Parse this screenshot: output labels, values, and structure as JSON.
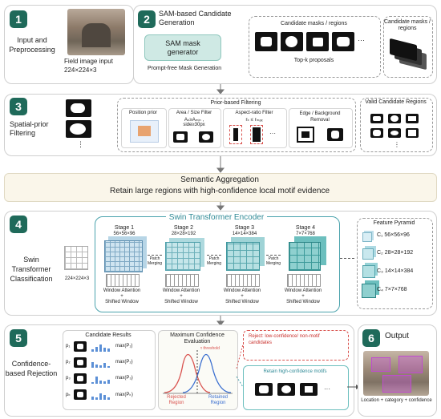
{
  "row1": {
    "num": "1",
    "title": "Input and Preprocessing",
    "input_label": "Field image input",
    "input_dims": "224×224×3",
    "num2": "2",
    "sam_title": "SAM-based Candidate Generation",
    "sam_box": "SAM mask generator",
    "sam_caption": "Prompt-free Mask Generation",
    "cand_title": "Candidate masks / regions",
    "topk": "Top-k proposals",
    "cand_side": "Candidate masks / regions",
    "dots": "···"
  },
  "row2": {
    "num": "3",
    "title": "Spatial-prior Filtering",
    "group_title": "Prior-based Filtering",
    "pos_prior": "Position prior",
    "area_filter": "Area / Size Filter",
    "area_rule": "A",
    "area_rule2": "side≥30px",
    "aspect_filter": "Aspect-ratio Filter",
    "aspect_rule": "r",
    "edge_filter": "Edge / Background Removal",
    "valid_title": "Valid Candidate Regions",
    "dots": "⋮"
  },
  "semantic": {
    "line1": "Semantic Aggregation",
    "line2": "Retain large regions with high-confidence local motif evidence"
  },
  "row4": {
    "num": "4",
    "title": "Swin Transformer Classification",
    "encoder": "Swin Transformer Encoder",
    "input_dims": "224×224×3",
    "stage1": "Stage 1",
    "stage1_dims": "56×56×96",
    "stage2": "Stage 2",
    "stage2_dims": "28×28×192",
    "stage3": "Stage 3",
    "stage3_dims": "14×14×384",
    "stage4": "Stage 4",
    "stage4_dims": "7×7×768",
    "patch_merging": "Patch Merging",
    "window_attention": "Window Attention",
    "plus": "+",
    "shifted_window": "Shifted Window",
    "pyramid_title": "Feature Pyramid",
    "pyr": [
      {
        "c": "C₁",
        "dims": "56×56×96"
      },
      {
        "c": "C₂",
        "dims": "28×28×192"
      },
      {
        "c": "C₃",
        "dims": "14×14×384"
      },
      {
        "c": "C₄",
        "dims": "7×7×768"
      }
    ]
  },
  "row5": {
    "num": "5",
    "title": "Confidence-based Rejection",
    "cand_results": "Candidate Results",
    "rows": [
      {
        "p": "p₁",
        "m": "max(P₁)"
      },
      {
        "p": "p₂",
        "m": "max(P₂)"
      },
      {
        "p": "p₃",
        "m": "max(P₃)"
      },
      {
        "p": "pₖ",
        "m": "max(Pₖ)"
      }
    ],
    "mce_title": "Maximum Confidence Evaluation",
    "threshold": "τ threshold",
    "rejected_region": "Rejected Region",
    "retained_region": "Retained Region",
    "reject": "Reject: low-confidence/ non-motif candidates",
    "retain": "Retain high-confidence motifs",
    "dots": "···",
    "num6": "6",
    "output": "Output",
    "output_caption": "Location + category + confidence"
  },
  "colors": {
    "accent": "#1f6a5a",
    "teal": "#5aa9b3",
    "red": "#d9534f",
    "blue": "#3b6fd0"
  }
}
